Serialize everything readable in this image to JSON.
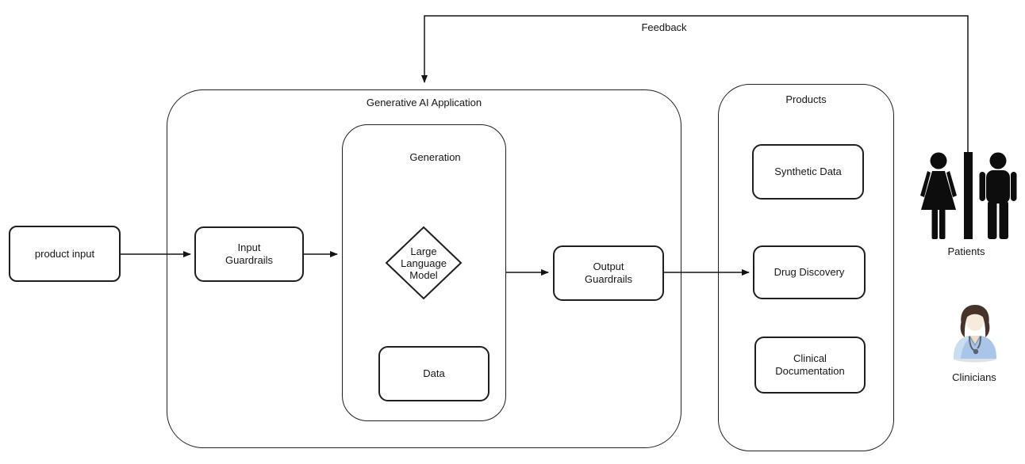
{
  "containers": {
    "generative_ai_application": {
      "title": "Generative AI Application"
    },
    "generation": {
      "title": "Generation"
    },
    "products": {
      "title": "Products"
    }
  },
  "nodes": {
    "product_input": {
      "label": "product input"
    },
    "input_guardrails": {
      "label": "Input\nGuardrails"
    },
    "llm": {
      "label": "Large\nLanguage\nModel"
    },
    "data": {
      "label": "Data"
    },
    "output_guardrails": {
      "label": "Output\nGuardrails"
    }
  },
  "products": {
    "items": [
      {
        "label": "Synthetic Data"
      },
      {
        "label": "Drug Discovery"
      },
      {
        "label": "Clinical\nDocumentation"
      }
    ]
  },
  "feedback": {
    "label": "Feedback"
  },
  "actors": {
    "patients": {
      "label": "Patients"
    },
    "clinicians": {
      "label": "Clinicians"
    }
  },
  "colors": {
    "stroke": "#141414",
    "icon_black": "#0d0d0d",
    "clinician_scrub": "#a9c6e8",
    "clinician_scrub_light": "#c9dcf1",
    "clinician_hair": "#47332a",
    "clinician_skin": "#f7ecdc",
    "clinician_chest_skin": "#f0dcc9",
    "clinician_stethoscope": "#59636e",
    "clinician_shadow": "#d9d9d9"
  }
}
